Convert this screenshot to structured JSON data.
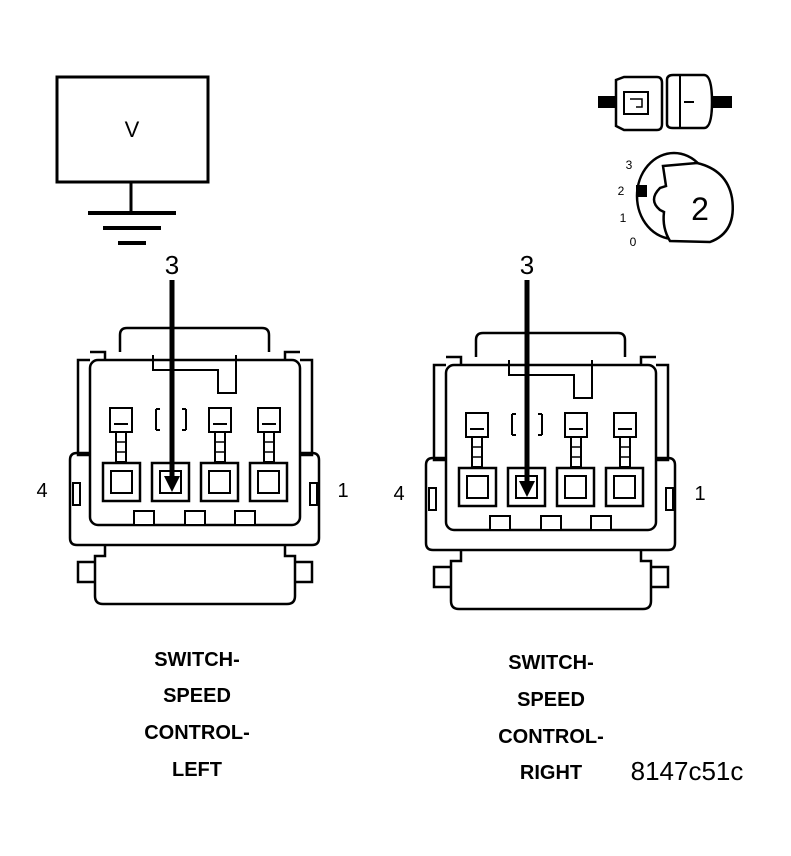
{
  "meter": {
    "symbol": "V"
  },
  "left_connector": {
    "probe_pin": "3",
    "pin_left": "4",
    "pin_right": "1",
    "caption": [
      "SWITCH-",
      "SPEED",
      "CONTROL-",
      "LEFT"
    ]
  },
  "right_connector": {
    "probe_pin": "3",
    "pin_left": "4",
    "pin_right": "1",
    "caption": [
      "SWITCH-",
      "SPEED",
      "CONTROL-",
      "RIGHT"
    ]
  },
  "ignition": {
    "position": "2",
    "scale": [
      "3",
      "2",
      "1",
      "0"
    ]
  },
  "figure_code": "8147c51c"
}
